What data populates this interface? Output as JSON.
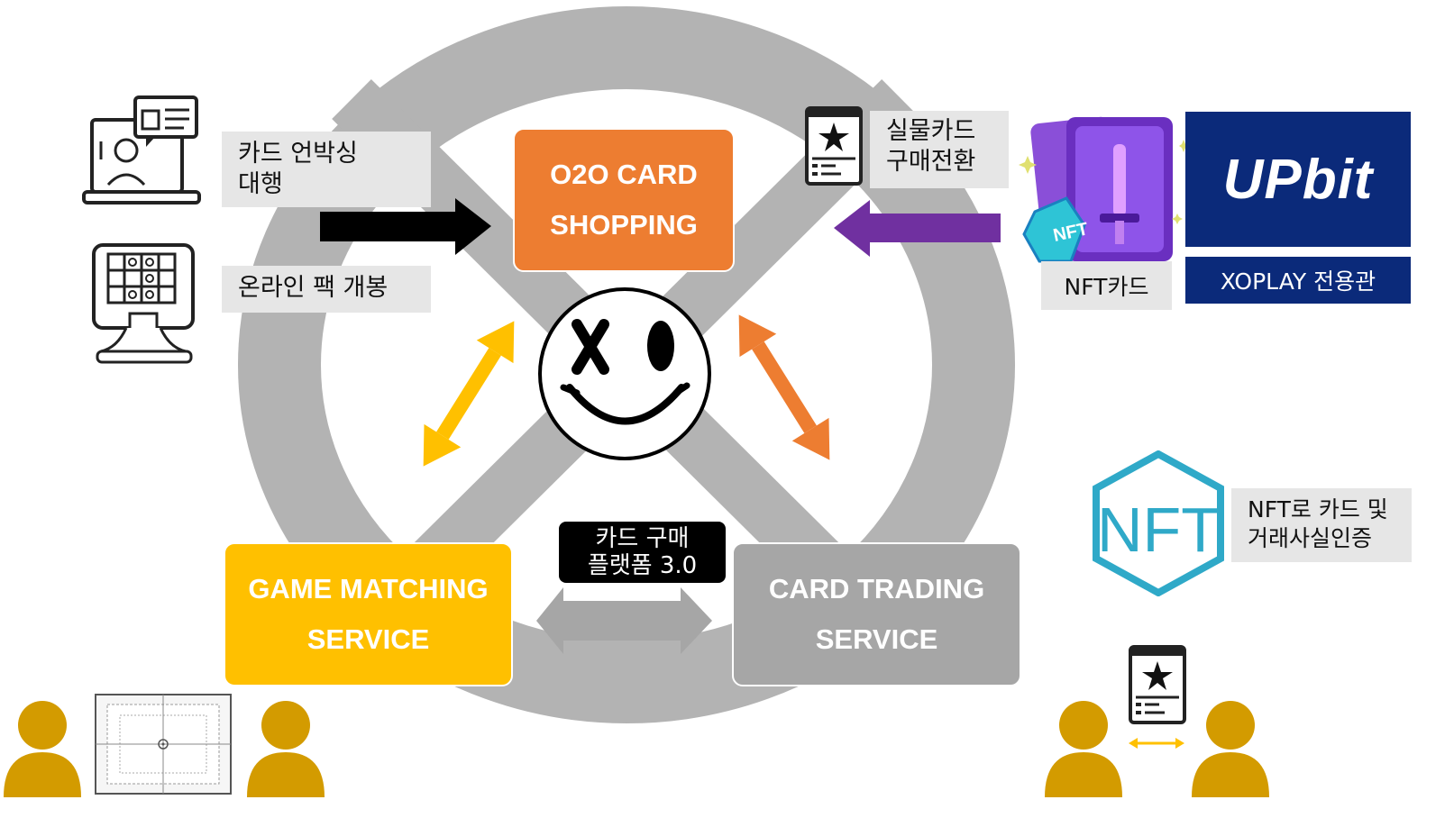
{
  "hub": {
    "o2o_line1": "O2O CARD",
    "o2o_line2": "SHOPPING",
    "game_line1": "GAME MATCHING",
    "game_line2": "SERVICE",
    "trade_line1": "CARD TRADING",
    "trade_line2": "SERVICE",
    "platform_line1": "카드 구매",
    "platform_line2": "플랫폼 3.0"
  },
  "left_labels": {
    "unboxing_line1": "카드 언박싱",
    "unboxing_line2": "대행",
    "online_pack": "온라인 팩 개봉"
  },
  "right_labels": {
    "physical_line1": "실물카드",
    "physical_line2": "구매전환",
    "nft_card": "NFT카드",
    "upbit": "UPbit",
    "xoplay": "XOPLAY 전용관",
    "nft_cert_line1": "NFT로 카드 및",
    "nft_cert_line2": "거래사실인증",
    "nft_logo_text": "NFT"
  },
  "colors": {
    "o2o": "#ed7d31",
    "game": "#ffc000",
    "trade": "#a6a6a6",
    "purple": "#7030a0",
    "navy": "#0b2a7a",
    "person": "#d39b00",
    "ring": "#b3b3b3"
  },
  "icons": [
    "laptop-shopping-icon",
    "kiosk-icon",
    "card-star-icon",
    "nft-card-art-icon",
    "smiley-logo-icon",
    "nft-logo-icon",
    "person-icon",
    "card-table-icon"
  ]
}
